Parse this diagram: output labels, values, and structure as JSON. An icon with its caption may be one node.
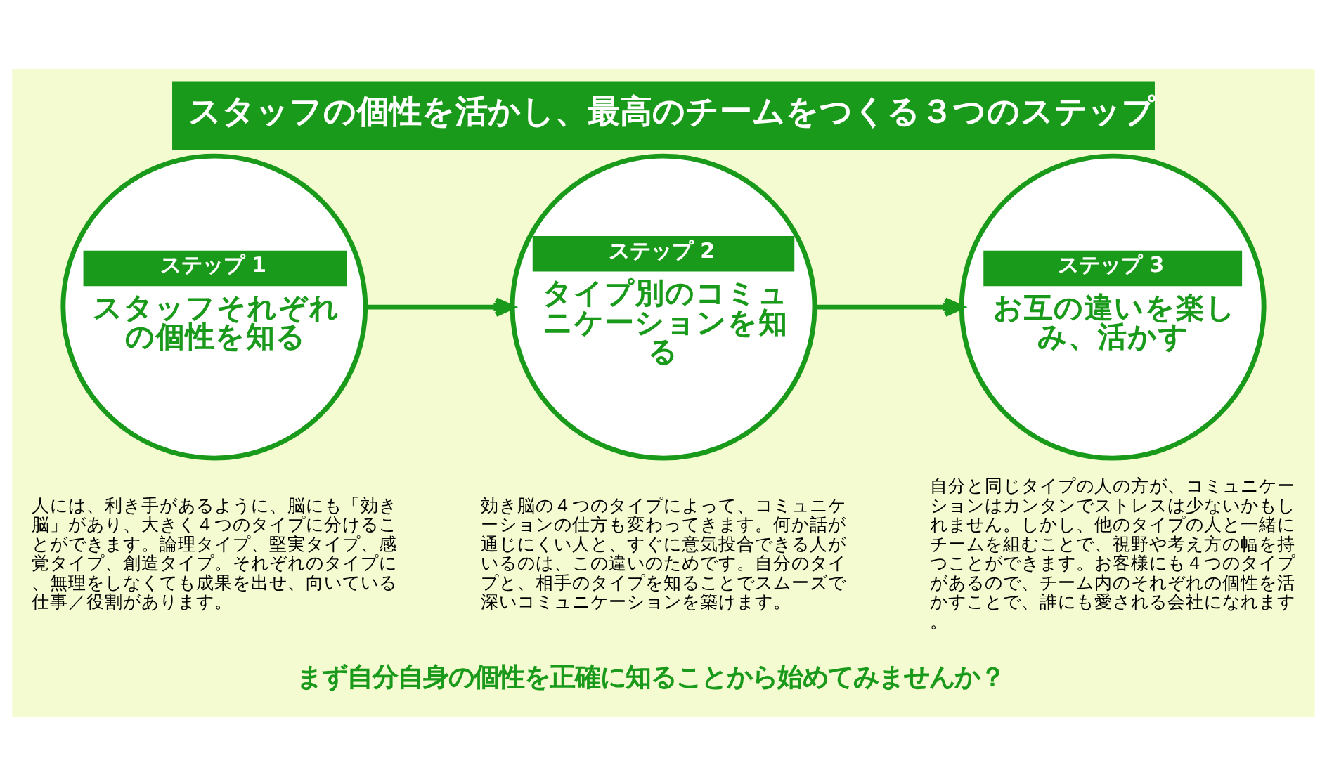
{
  "diagram": {
    "title": "スタッフの個性を活かし、最高のチームをつくる３つのステップ",
    "caption": "まず自分自身の個性を正確に知ることから始めてみませんか？",
    "nodes": [
      {
        "text": [
          "ステップ 1",
          "スタッフそれぞれの個性を知る"
        ],
        "beside": [
          "人には、利き手があるように、脳にも「効き脳」があり、大きく４つのタイプに分けることができます。論理タイプ、堅実タイプ、感覚タイプ、創造タイプ。それぞれのタイプに、無理をしなくても成果を出せ、向いている仕事／役割があります。"
        ]
      },
      {
        "text": [
          "ステップ 2",
          "タイプ別のコミュニケーションを知る"
        ],
        "beside": [
          "効き脳の４つのタイプによって、コミュニケーションの仕方も変わってきます。何か話が通じにくい人と、すぐに意気投合できる人がいるのは、この違いのためです。自分のタイプと、相手のタイプを知ることでスムーズで深いコミュニケーションを築けます。"
        ]
      },
      {
        "text": [
          "ステップ 3",
          "お互の違いを楽しみ、活かす"
        ],
        "beside": [
          "自分と同じタイプの人の方が、コミュニケーションはカンタンでストレスは少ないかもしれません。しかし、他のタイプの人と一緒にチームを組むことで、視野や考え方の幅を持つことができます。お客様にも４つのタイプがあるので、チーム内のそれぞれの個性を活かすことで、誰にも愛される会社になれます。"
        ]
      }
    ],
    "edges": [
      {
        "from": 0,
        "to": 1,
        "arrow": "to"
      },
      {
        "from": 1,
        "to": 2,
        "arrow": "to"
      }
    ]
  }
}
